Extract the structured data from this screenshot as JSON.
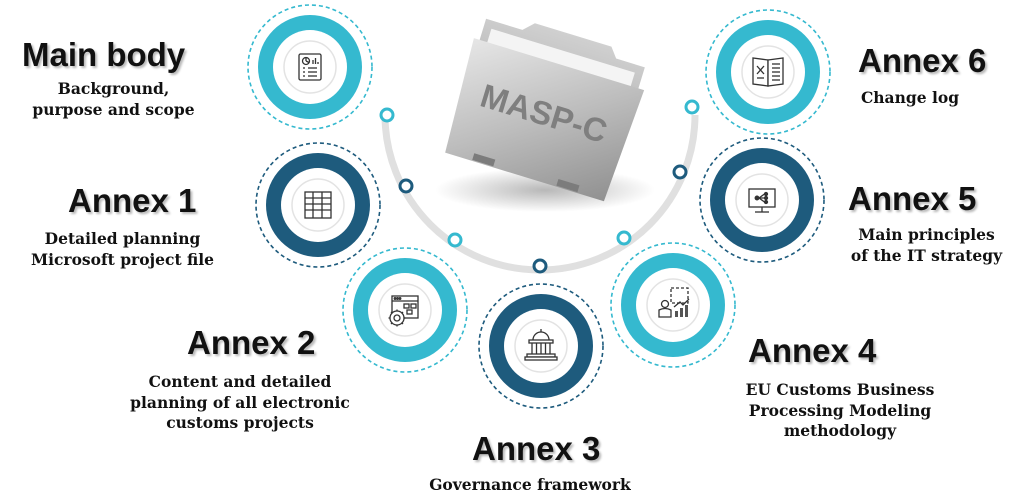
{
  "folder": {
    "label": "MASP-C"
  },
  "colors": {
    "teal": "#35b9cf",
    "navy": "#1e5b7d",
    "arc": "#e0e0e0"
  },
  "items": [
    {
      "title": "Main body",
      "lines": [
        "Background,",
        "purpose and scope"
      ],
      "icon": "report-document-icon",
      "style": "teal"
    },
    {
      "title": "Annex 1",
      "lines": [
        "Detailed planning",
        "Microsoft project file"
      ],
      "icon": "spreadsheet-icon",
      "style": "navy"
    },
    {
      "title": "Annex 2",
      "lines": [
        "Content and detailed",
        "planning of all electronic",
        "customs projects"
      ],
      "icon": "window-gear-icon",
      "style": "teal"
    },
    {
      "title": "Annex 3",
      "lines": [
        "Governance framework"
      ],
      "icon": "government-building-icon",
      "style": "navy"
    },
    {
      "title": "Annex 4",
      "lines": [
        "EU Customs Business",
        "Processing Modeling",
        "methodology"
      ],
      "icon": "business-analysis-icon",
      "style": "teal"
    },
    {
      "title": "Annex 5",
      "lines": [
        "Main principles",
        "of the IT strategy"
      ],
      "icon": "monitor-network-icon",
      "style": "navy"
    },
    {
      "title": "Annex 6",
      "lines": [
        "Change log"
      ],
      "icon": "open-book-icon",
      "style": "teal"
    }
  ]
}
